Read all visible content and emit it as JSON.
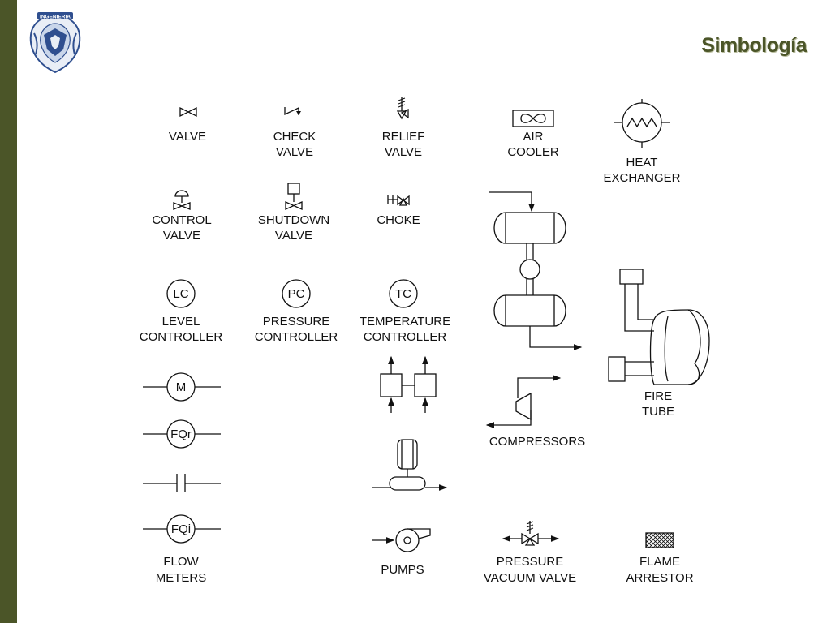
{
  "slide": {
    "title": "Simbología",
    "logo_text": "INGENIERIA",
    "accent_color": "#4b5528"
  },
  "symbols": {
    "valve": [
      "VALVE"
    ],
    "check_valve": [
      "CHECK",
      "VALVE"
    ],
    "relief_valve": [
      "RELIEF",
      "VALVE"
    ],
    "air_cooler": [
      "AIR",
      "COOLER"
    ],
    "heat_exchanger": [
      "HEAT",
      "EXCHANGER"
    ],
    "control_valve": [
      "CONTROL",
      "VALVE"
    ],
    "shutdown_valve": [
      "SHUTDOWN",
      "VALVE"
    ],
    "choke": [
      "CHOKE"
    ],
    "level_controller": {
      "tag": "LC",
      "label": [
        "LEVEL",
        "CONTROLLER"
      ]
    },
    "pressure_controller": {
      "tag": "PC",
      "label": [
        "PRESSURE",
        "CONTROLLER"
      ]
    },
    "temperature_controller": {
      "tag": "TC",
      "label": [
        "TEMPERATURE",
        "CONTROLLER"
      ]
    },
    "motor": {
      "tag": "M"
    },
    "flow_recorder": {
      "tag": "FQr"
    },
    "flow_indicator": {
      "tag": "FQi"
    },
    "flow_meters": [
      "FLOW",
      "METERS"
    ],
    "compressors": [
      "COMPRESSORS"
    ],
    "fire_tube": [
      "FIRE",
      "TUBE"
    ],
    "pumps": [
      "PUMPS"
    ],
    "pressure_vacuum_valve": [
      "PRESSURE",
      "VACUUM VALVE"
    ],
    "flame_arrestor": [
      "FLAME",
      "ARRESTOR"
    ]
  }
}
